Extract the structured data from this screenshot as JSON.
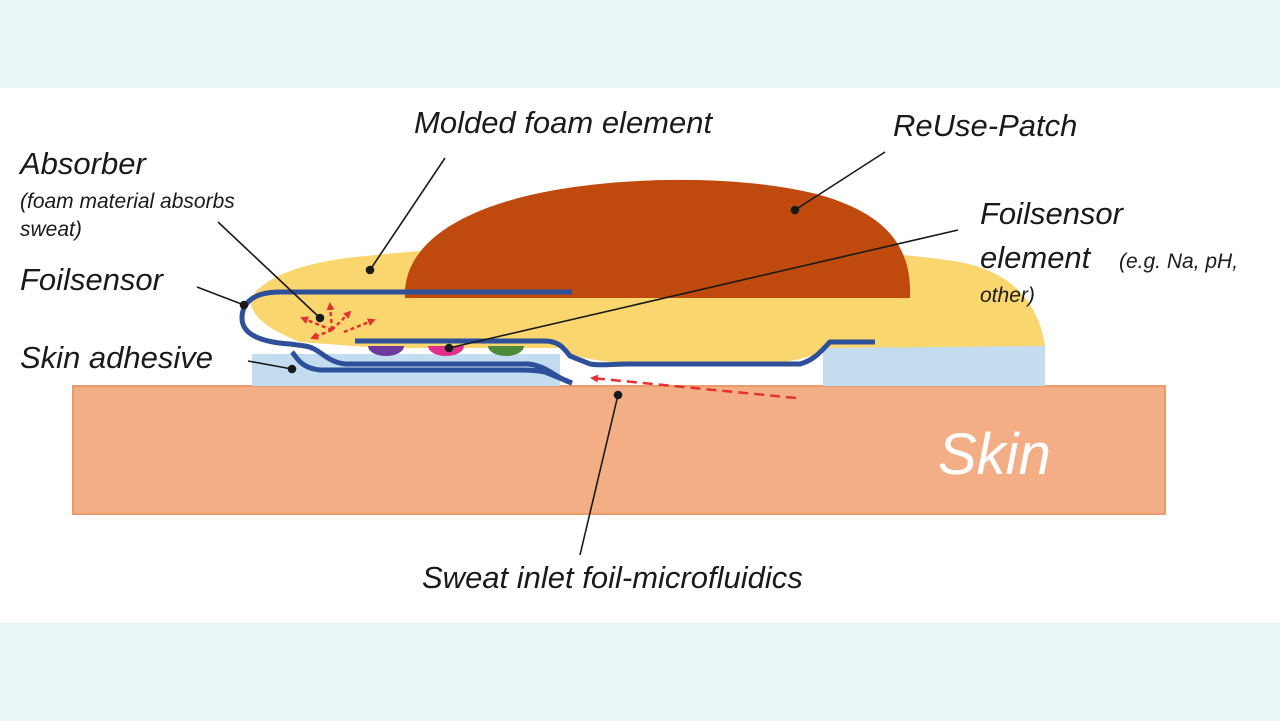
{
  "colors": {
    "page_band": "#e9f5f6",
    "panel": "#ffffff",
    "skin": "#f3ae86",
    "skin_border": "#ea9b6c",
    "adhesive": "#c3dcef",
    "foam": "#fad66f",
    "patch": "#c04a0d",
    "foil": "#2e4f9a",
    "arrow": "#e53131",
    "sensor_dots": [
      "#6b3a9a",
      "#e0308a",
      "#4d8a3a"
    ]
  },
  "labels": {
    "molded_foam": "Molded foam element",
    "reuse_patch": "ReUse-Patch",
    "absorber_title": "Absorber",
    "absorber_note_1": "(foam material absorbs",
    "absorber_note_2": "sweat)",
    "foilsensor": "Foilsensor",
    "foilsensor_element_1": "Foilsensor",
    "foilsensor_element_2": "element",
    "foilsensor_element_note_1": "(e.g. Na, pH,",
    "foilsensor_element_note_2": "other)",
    "skin_adhesive": "Skin adhesive",
    "skin": "Skin",
    "sweat_inlet": "Sweat inlet foil-microfluidics"
  }
}
